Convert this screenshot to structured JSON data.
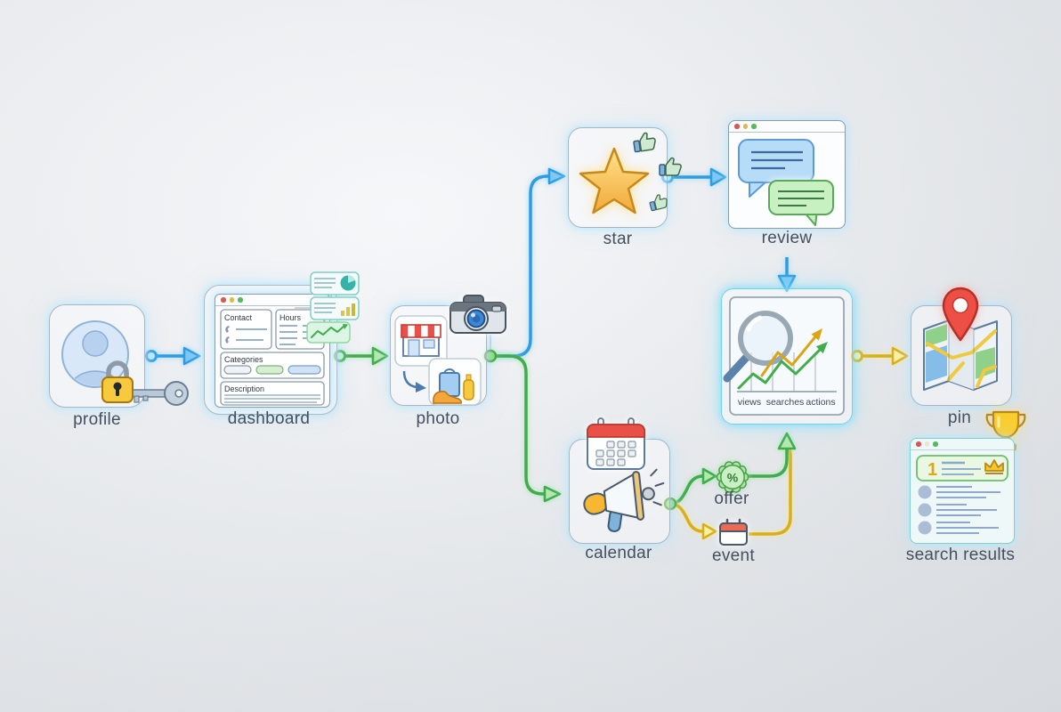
{
  "diagram": {
    "nodes": {
      "profile": {
        "label": "profile"
      },
      "dashboard": {
        "label": "dashboard",
        "sections": [
          {
            "title": "Contact"
          },
          {
            "title": "Hours"
          },
          {
            "title": "Categories"
          },
          {
            "title": "Description"
          }
        ]
      },
      "photo": {
        "label": "photo"
      },
      "star": {
        "label": "star"
      },
      "review": {
        "label": "review"
      },
      "analytics": {
        "axis_labels": [
          "views",
          "searches",
          "actions"
        ]
      },
      "calendar": {
        "label": "calendar"
      },
      "offer": {
        "label": "offer",
        "symbol": "%"
      },
      "event": {
        "label": "event"
      },
      "pin": {
        "label": "pin"
      },
      "search_results": {
        "label": "search results",
        "top_rank": "1"
      }
    },
    "icons": {
      "profile": [
        "user-avatar-icon",
        "lock-icon",
        "key-icon"
      ],
      "dashboard": [
        "browser-window-icon",
        "phone-icon",
        "pie-chart-icon",
        "bar-chart-icon",
        "trend-line-icon"
      ],
      "photo": [
        "storefront-icon",
        "camera-icon",
        "shopping-bag-icon",
        "sneaker-icon",
        "bottle-icon"
      ],
      "star": [
        "star-icon",
        "thumbs-up-icon"
      ],
      "review": [
        "speech-bubble-icon"
      ],
      "analytics": [
        "magnifier-icon",
        "trend-up-arrow-icon"
      ],
      "calendar": [
        "calendar-icon",
        "megaphone-icon"
      ],
      "offer": [
        "percent-badge-icon"
      ],
      "event": [
        "mini-calendar-icon"
      ],
      "pin": [
        "map-icon",
        "location-pin-icon",
        "trophy-icon"
      ],
      "search_results": [
        "browser-window-icon",
        "rank-badge",
        "crown-icon"
      ]
    },
    "colors": {
      "blue": "#2f9ce0",
      "green": "#41ab4f",
      "yellow": "#d9af18",
      "star_gold": "#f5c445",
      "pin_red": "#ee4f45"
    }
  }
}
